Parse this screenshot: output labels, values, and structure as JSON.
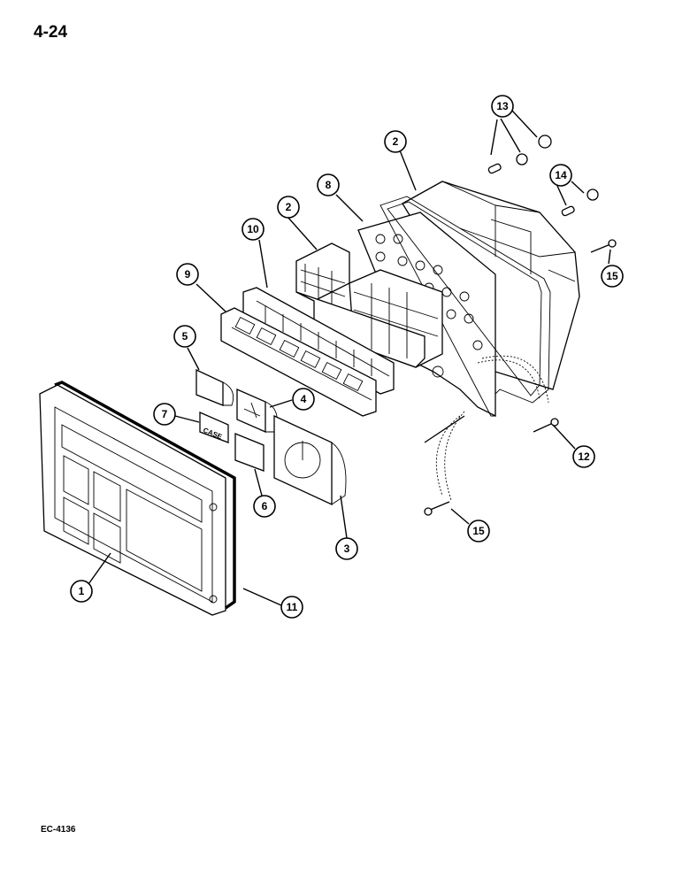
{
  "page": {
    "number": "4-24",
    "figure_code": "EC-4136"
  },
  "case_logo_text": "CASE",
  "callouts": {
    "c1": "1",
    "c2a": "2",
    "c2b": "2",
    "c3": "3",
    "c4": "4",
    "c5": "5",
    "c6": "6",
    "c7": "7",
    "c8": "8",
    "c9": "9",
    "c10": "10",
    "c11": "11",
    "c12": "12",
    "c13": "13",
    "c14": "14",
    "c15a": "15",
    "c15b": "15"
  }
}
